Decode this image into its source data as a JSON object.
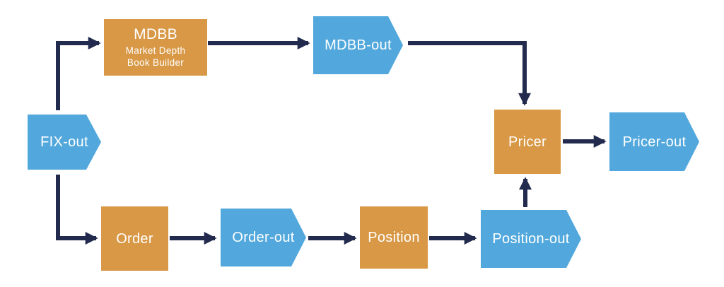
{
  "diagram": {
    "type": "flowchart",
    "nodes": {
      "fix_out": {
        "label": "FIX-out",
        "shape": "chevron",
        "color": "blue"
      },
      "mdbb": {
        "title": "MDBB",
        "subtitle1": "Market Depth",
        "subtitle2": "Book Builder",
        "shape": "rect",
        "color": "orange"
      },
      "mdbb_out": {
        "label": "MDBB-out",
        "shape": "chevron",
        "color": "blue"
      },
      "order": {
        "label": "Order",
        "shape": "rect",
        "color": "orange"
      },
      "order_out": {
        "label": "Order-out",
        "shape": "chevron",
        "color": "blue"
      },
      "position": {
        "label": "Position",
        "shape": "rect",
        "color": "orange"
      },
      "position_out": {
        "label": "Position-out",
        "shape": "chevron",
        "color": "blue"
      },
      "pricer": {
        "label": "Pricer",
        "shape": "rect",
        "color": "orange"
      },
      "pricer_out": {
        "label": "Pricer-out",
        "shape": "chevron",
        "color": "blue"
      }
    },
    "edges": [
      {
        "from": "fix_out",
        "to": "mdbb"
      },
      {
        "from": "mdbb",
        "to": "mdbb_out"
      },
      {
        "from": "mdbb_out",
        "to": "pricer"
      },
      {
        "from": "fix_out",
        "to": "order"
      },
      {
        "from": "order",
        "to": "order_out"
      },
      {
        "from": "order_out",
        "to": "position"
      },
      {
        "from": "position",
        "to": "position_out"
      },
      {
        "from": "position_out",
        "to": "pricer"
      },
      {
        "from": "pricer",
        "to": "pricer_out"
      }
    ],
    "colors": {
      "node-orange": "#D89845",
      "node-blue": "#52A8DC",
      "arrow-navy": "#222B4E",
      "label-text": "#FFFFFF",
      "background": "#FFFFFF"
    }
  }
}
